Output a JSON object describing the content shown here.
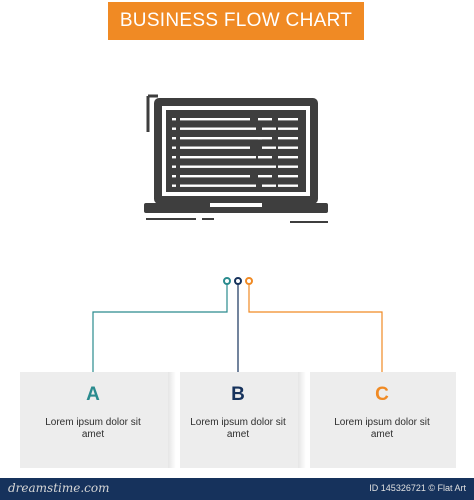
{
  "title": "BUSINESS FLOW CHART",
  "colors": {
    "accent": "#f08a24",
    "teal": "#2a8b8e",
    "navy": "#16325c",
    "icon": "#3e3e3e"
  },
  "illustration_icon": "laptop-code-icon",
  "steps": [
    {
      "letter": "A",
      "text": "Lorem ipsum dolor sit amet",
      "color": "#2a8b8e"
    },
    {
      "letter": "B",
      "text": "Lorem ipsum dolor sit amet",
      "color": "#16325c"
    },
    {
      "letter": "C",
      "text": "Lorem ipsum dolor sit amet",
      "color": "#f08a24"
    }
  ],
  "footer": {
    "brand": "dreamstime.com",
    "meta": "ID 145326721 © Flat Art"
  }
}
